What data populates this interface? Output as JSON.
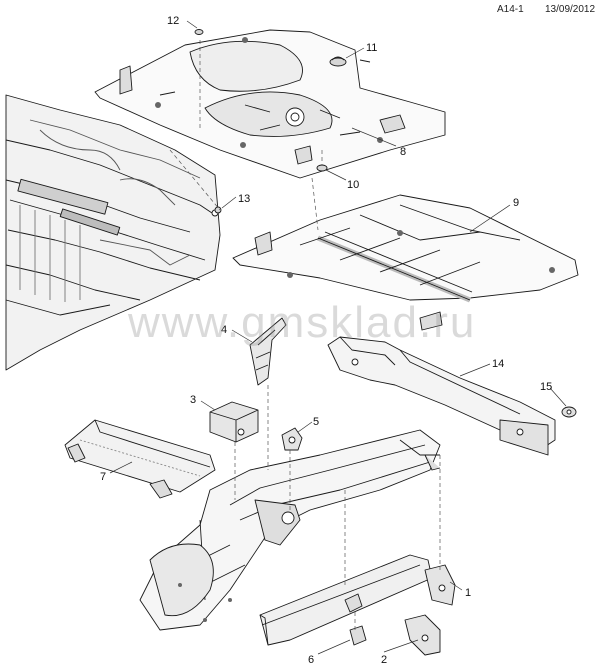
{
  "header": {
    "page_code": "A14-1",
    "date": "13/09/2012"
  },
  "watermark": "www.gmsklad.ru",
  "callouts": [
    "1",
    "2",
    "3",
    "4",
    "5",
    "6",
    "7",
    "8",
    "9",
    "10",
    "11",
    "12",
    "13",
    "14",
    "15"
  ],
  "colors": {
    "line": "#1a1a1a",
    "fill": "#ffffff",
    "shade": "#bdbdbd",
    "leader": "#333333"
  }
}
